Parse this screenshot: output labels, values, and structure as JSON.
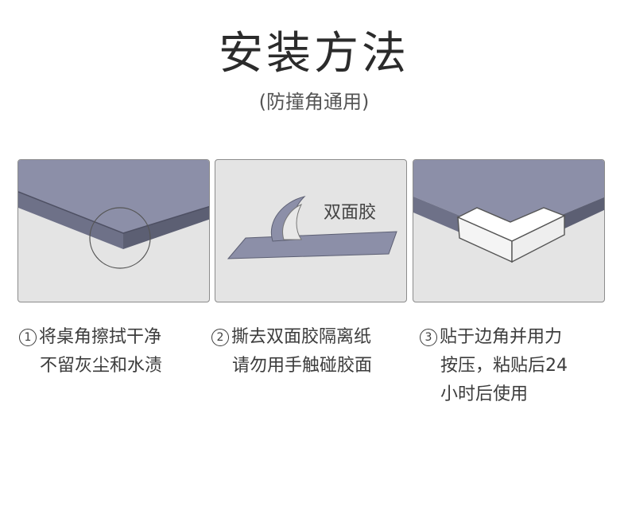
{
  "header": {
    "title": "安装方法",
    "subtitle": "(防撞角通用)"
  },
  "panels": [
    {
      "label": ""
    },
    {
      "label": "双面胶"
    },
    {
      "label": ""
    }
  ],
  "steps": [
    {
      "number": "1",
      "lines": [
        "将桌角擦拭干净",
        "不留灰尘和水渍"
      ]
    },
    {
      "number": "2",
      "lines": [
        "撕去双面胶隔离纸",
        "请勿用手触碰胶面"
      ]
    },
    {
      "number": "3",
      "lines": [
        "贴于边角并用力",
        "按压，粘贴后24",
        "小时后使用"
      ]
    }
  ],
  "colors": {
    "table_top": "#8c8fa8",
    "table_edge": "#5c5f73",
    "panel_bg": "#e4e4e4",
    "corner_guard": "#ffffff"
  }
}
